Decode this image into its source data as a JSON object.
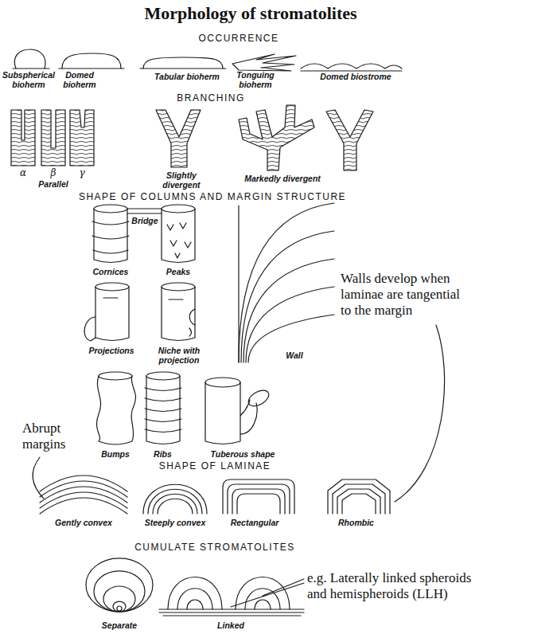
{
  "diagram": {
    "title": "Morphology of stromatolites",
    "labels": [
      "OCCURRENCE",
      "Subspherical bioherm",
      "Domed bioherm",
      "Tabular bioherm",
      "Tonguing bioherm",
      "Domed biostrome",
      "BRANCHING",
      "α",
      "β",
      "γ",
      "Parallel",
      "Slightly divergent",
      "Markedly divergent",
      "SHAPE OF COLUMNS AND MARGIN STRUCTURE",
      "Bridge",
      "Cornices",
      "Peaks",
      "Projections",
      "Niche with projection",
      "Wall",
      "Walls develop when laminae are tangential to the margin",
      "Abrupt margins",
      "Bumps",
      "Ribs",
      "Tuberous shape",
      "SHAPE OF LAMINAE",
      "Gently convex",
      "Steeply convex",
      "Rectangular",
      "Rhombic",
      "CUMULATE STROMATOLITES",
      "Separate",
      "Linked",
      "e.g. Laterally linked spheroids and hemispheroids (LLH)"
    ]
  }
}
